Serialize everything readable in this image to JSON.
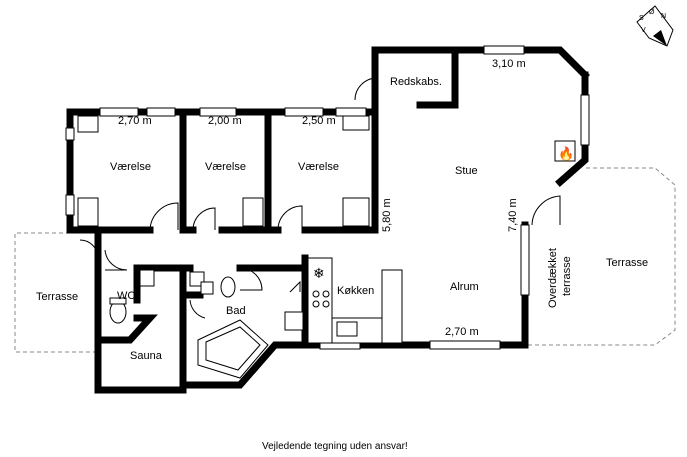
{
  "rooms": {
    "bedroom_1": "Værelse",
    "bedroom_2": "Værelse",
    "bedroom_3": "Værelse",
    "living": "Stue",
    "cupboard": "Redskabs.",
    "kitchen": "Køkken",
    "family_room": "Alrum",
    "bath": "Bad",
    "wc": "WC",
    "sauna": "Sauna",
    "terrace_left": "Terrasse",
    "terrace_right": "Terrasse",
    "covered_terrace_line1": "Overdækket",
    "covered_terrace_line2": "terrasse"
  },
  "dimensions": {
    "bedroom_1_width": "2,70 m",
    "bedroom_2_width": "2,00 m",
    "bedroom_3_width": "2,50 m",
    "living_width": "3,10 m",
    "bedroom_depth": "5,80 m",
    "living_depth": "7,40 m",
    "family_room_width": "2,70 m"
  },
  "footer": {
    "disclaimer": "Vejledende tegning uden ansvar!"
  },
  "compass": {
    "letters": [
      "S",
      "Ø",
      "N",
      "V"
    ]
  }
}
